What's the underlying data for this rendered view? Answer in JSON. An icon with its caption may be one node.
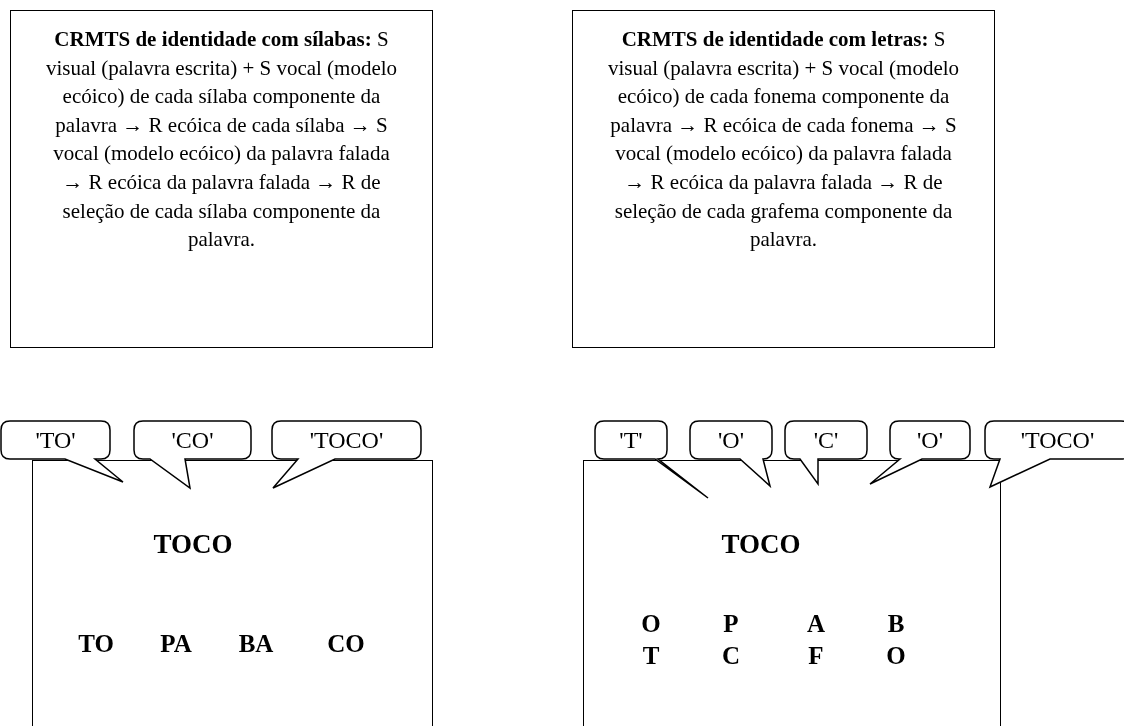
{
  "diagram": {
    "nodes": [
      {
        "text": [
          "**CRMTS de identidade com sílabas:** S visual (palavra escrita) + S vocal (modelo ecóico) de cada sílaba componente da palavra → R ecóica de cada sílaba → S vocal (modelo ecóico) da palavra falada → R ecóica da palavra falada → R de seleção de cada sílaba componente da palavra."
        ]
      },
      {
        "text": [
          "**CRMTS de identidade com letras:** S visual (palavra escrita) + S vocal (modelo ecóico) de cada fonema componente da palavra → R ecóica de cada fonema → S vocal (modelo ecóico) da palavra falada → R ecóica da palavra falada → R de seleção de cada grafema componente da palavra."
        ]
      },
      {
        "text": [
          "TOCO",
          "TO",
          "PA",
          "BA",
          "CO"
        ]
      },
      {
        "text": [
          "'TO'"
        ]
      },
      {
        "text": [
          "'CO'"
        ]
      },
      {
        "text": [
          "'TOCO'"
        ]
      },
      {
        "text": [
          "TOCO",
          "O",
          "P",
          "A",
          "B",
          "T",
          "C",
          "F",
          "O"
        ]
      },
      {
        "text": [
          "'T'"
        ]
      },
      {
        "text": [
          "'O'"
        ]
      },
      {
        "text": [
          "'C'"
        ]
      },
      {
        "text": [
          "'O'"
        ]
      },
      {
        "text": [
          "'TOCO'"
        ]
      }
    ]
  }
}
